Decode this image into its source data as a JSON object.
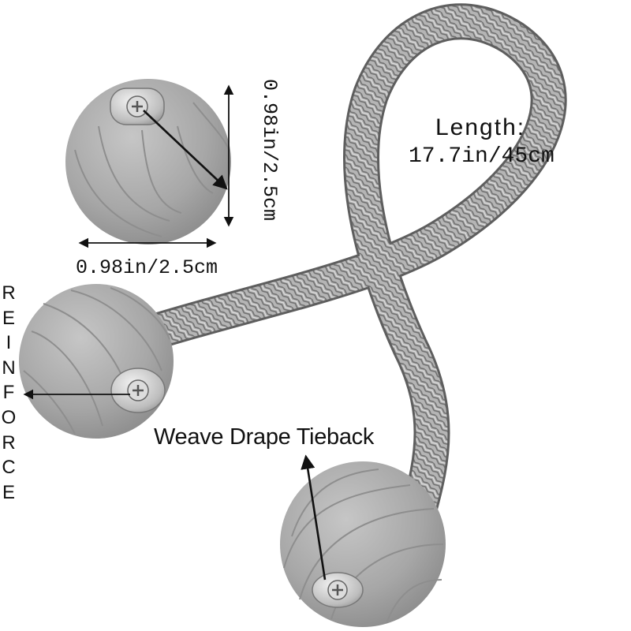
{
  "labels": {
    "width_dimension": "0.98in/2.5cm",
    "height_dimension": "0.98in/2.5cm",
    "length_title": "Length:",
    "length_value": "17.7in/45cm",
    "product_name": "Weave Drape Tieback",
    "side_word": "REINFORCE"
  },
  "colors": {
    "ball": "#a9a9a9",
    "rope": "#9e9e9e",
    "text": "#111111",
    "cap": "#c9c9c9"
  },
  "icons": [
    "screw-cap-icon",
    "dimension-arrow-icon",
    "pointer-arrow-icon"
  ]
}
